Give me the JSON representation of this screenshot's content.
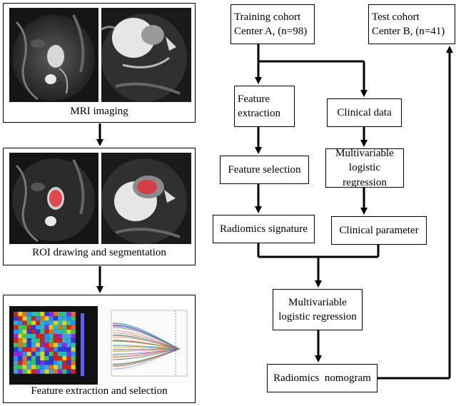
{
  "left_panels": {
    "mri": {
      "caption": "MRI imaging"
    },
    "roi": {
      "caption": "ROI drawing and segmentation"
    },
    "features": {
      "caption": "Feature extraction and selection"
    }
  },
  "flow": {
    "training_line1": "Training cohort",
    "training_line2": "Center A, (n=98)",
    "test_line1": "Test cohort",
    "test_line2": "Center B, (n=41)",
    "feature_extraction_line1": "Feature",
    "feature_extraction_line2": "extraction",
    "clinical_data": "Clinical data",
    "feature_selection": "Feature selection",
    "mlr1_line1": "Multivariable",
    "mlr1_line2": "logistic regression",
    "radiomics_signature": "Radiomics signature",
    "clinical_parameter": "Clinical parameter",
    "mlr2_line1": "Multivariable",
    "mlr2_line2": "logistic regression",
    "nomogram": "Radiomics  nomogram"
  },
  "colors": {
    "line": "#000000",
    "roi": "#e0303a",
    "scan_dark": "#111111"
  }
}
